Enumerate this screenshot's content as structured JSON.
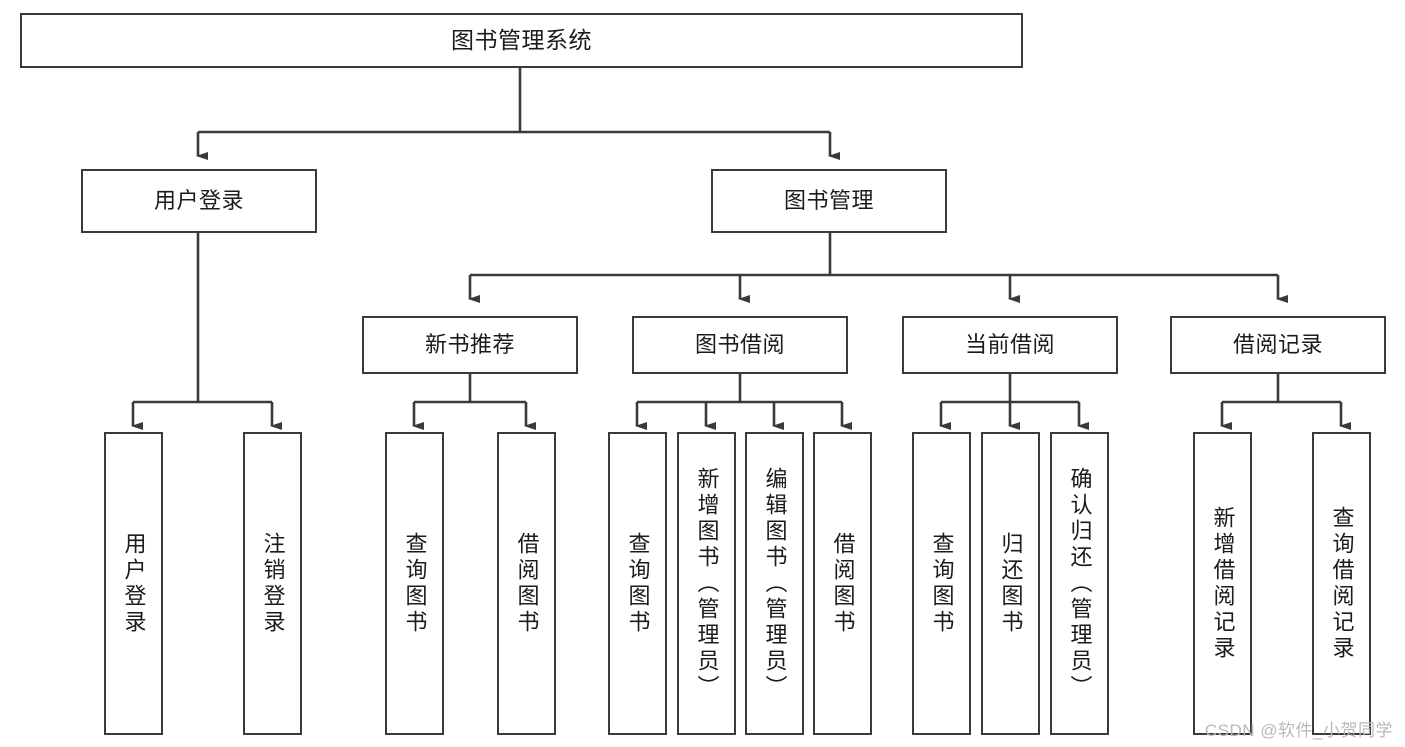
{
  "diagram": {
    "title": "图书管理系统",
    "watermark": "CSDN @软件_小贺同学",
    "colors": {
      "stroke": "#3a3a3a",
      "fill": "#ffffff",
      "text": "#1b1b1b",
      "watermark": "#b9b9b9"
    },
    "nodes": {
      "root": {
        "label": "图书管理系统"
      },
      "level2": [
        {
          "label": "用户登录"
        },
        {
          "label": "图书管理"
        }
      ],
      "level3": [
        {
          "label": "新书推荐"
        },
        {
          "label": "图书借阅"
        },
        {
          "label": "当前借阅"
        },
        {
          "label": "借阅记录"
        }
      ],
      "leaves": {
        "user_login": [
          {
            "label": "用户登录"
          },
          {
            "label": "注销登录"
          }
        ],
        "new_book": [
          {
            "label": "查询图书"
          },
          {
            "label": "借阅图书"
          }
        ],
        "book_borrow": [
          {
            "label": "查询图书"
          },
          {
            "label": "新增图书（管理员）"
          },
          {
            "label": "编辑图书（管理员）"
          },
          {
            "label": "借阅图书"
          }
        ],
        "current_borrow": [
          {
            "label": "查询图书"
          },
          {
            "label": "归还图书"
          },
          {
            "label": "确认归还（管理员）"
          }
        ],
        "borrow_record": [
          {
            "label": "新增借阅记录"
          },
          {
            "label": "查询借阅记录"
          }
        ]
      }
    }
  }
}
